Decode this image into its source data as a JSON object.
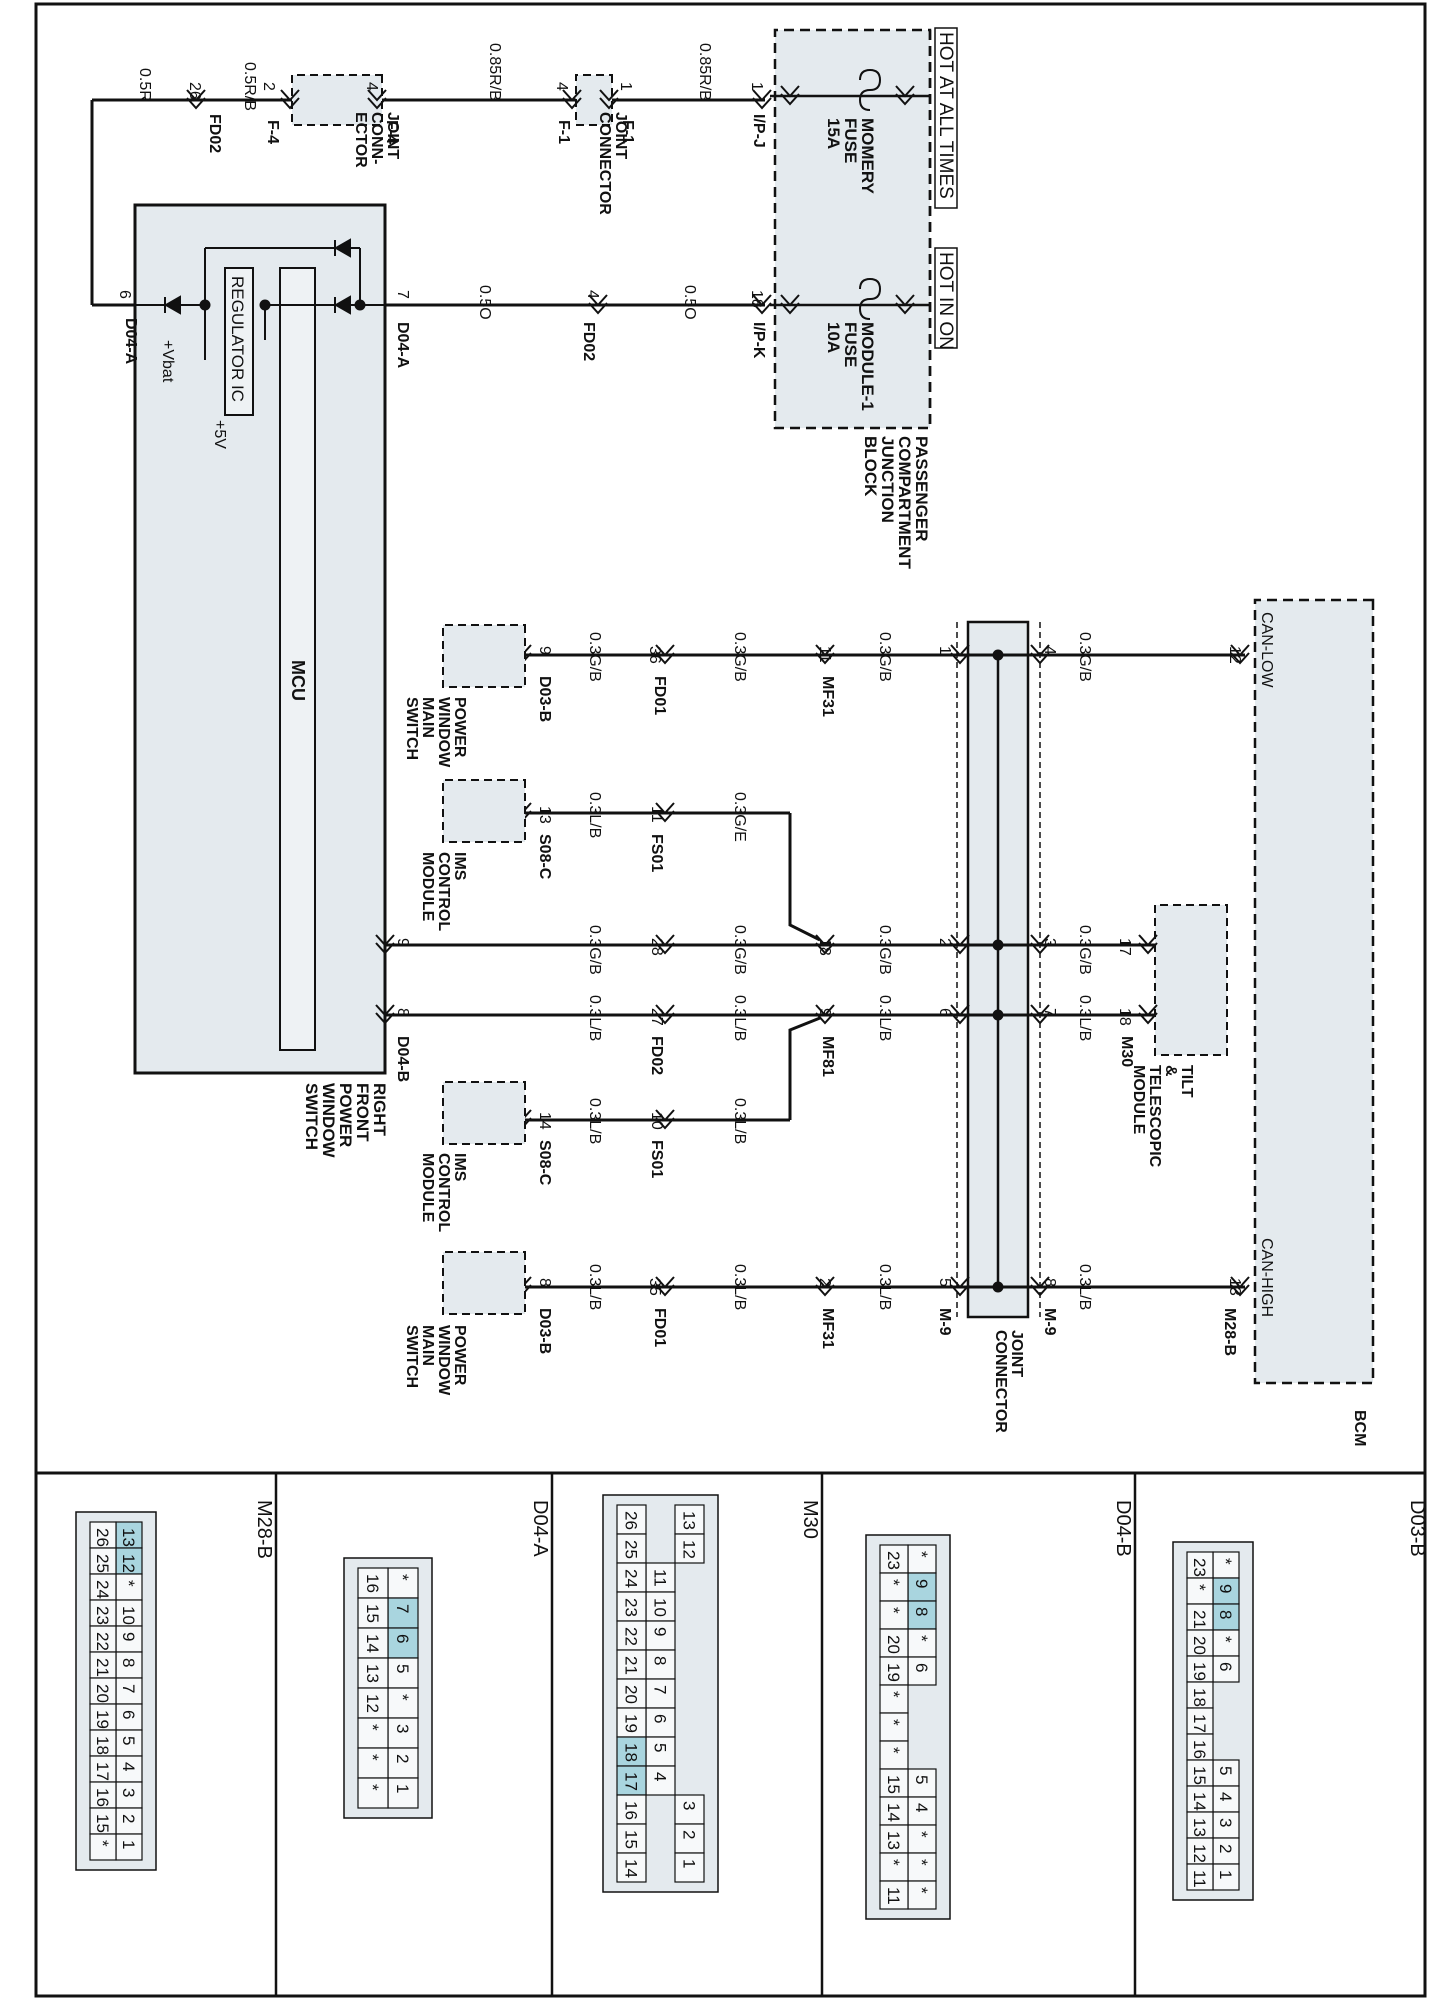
{
  "blocks": {
    "junction_block": {
      "label": "PASSENGER COMPARTMENT JUNCTION BLOCK",
      "hot1": "HOT AT ALL TIMES",
      "hot2": "HOT IN ON",
      "fuse1": "MOMERY FUSE 15A",
      "fuse2": "MODULE-1 FUSE 10A"
    },
    "switch": {
      "label": "RIGHT FRONT POWER WINDOW SWITCH",
      "mcu": "MCU",
      "regulator": "REGULATOR IC",
      "vbat": "+Vbat",
      "v5": "+5V"
    },
    "bcm": {
      "label": "BCM",
      "can_low": "CAN-LOW",
      "can_high": "CAN-HIGH"
    },
    "joint_connector": {
      "label": "JOINT CONNECTOR"
    },
    "joint_conn_ector": {
      "label": "JOINT CONN- ECTOR"
    },
    "joint_connector2": {
      "label": "JOINT CONNECTOR"
    },
    "tilt": {
      "label": "TILT & TELESCOPIC MODULE"
    },
    "ims1": {
      "label": "IMS CONTROL MODULE"
    },
    "ims2": {
      "label": "IMS CONTROL MODULE"
    },
    "pw1": {
      "label": "POWER WINDOW MAIN SWITCH"
    },
    "pw2": {
      "label": "POWER WINDOW MAIN SWITCH"
    }
  },
  "power": {
    "wire1": [
      "0.5R",
      "0.5R/B",
      "0.85R/B",
      "0.85R/B"
    ],
    "wire2": [
      "0.5O",
      "0.5O"
    ],
    "pins1": [
      "26",
      "2",
      "4",
      "4",
      "1",
      "1",
      "6"
    ],
    "pins2": [
      "7",
      "4",
      "18"
    ],
    "connectors1": [
      "FD02",
      "F-4",
      "F-4",
      "F-1",
      "F-1",
      "I/P-J",
      "D04-A"
    ],
    "connectors2": [
      "D04-A",
      "FD02",
      "I/P-K"
    ]
  },
  "can": {
    "low_wires": [
      "0.3G/B",
      "0.3G/B",
      "0.3G/B",
      "0.3G/B"
    ],
    "ims_wires": [
      "0.3L/B",
      "0.3G/E"
    ],
    "mid_wires": [
      "0.3G/B",
      "0.3G/B",
      "0.3G/B",
      "0.3G/B",
      "0.3L/B",
      "0.3L/B",
      "0.3L/B",
      "0.3L/B"
    ],
    "ims2_wires": [
      "0.3L/B",
      "0.3L/B"
    ],
    "high_wires": [
      "0.3L/B",
      "0.3L/B",
      "0.3L/B",
      "0.3L/B"
    ],
    "pins_low": [
      "9",
      "36",
      "11",
      "1",
      "4",
      "12"
    ],
    "pins_ims1": [
      "13",
      "11"
    ],
    "pins_mid": [
      "9",
      "28",
      "18",
      "2",
      "3",
      "17",
      "8",
      "27",
      "9",
      "6",
      "7",
      "18"
    ],
    "pins_ims2": [
      "14",
      "10"
    ],
    "pins_high": [
      "8",
      "35",
      "2",
      "5",
      "8",
      "13"
    ],
    "conn_low": [
      "D03-B",
      "FD01",
      "MF31"
    ],
    "conn_ims1": [
      "S08-C",
      "FS01"
    ],
    "conn_mid": [
      "D04-B",
      "FD02",
      "MF81",
      "M30"
    ],
    "conn_ims2": [
      "S08-C",
      "FS01"
    ],
    "conn_high": [
      "D03-B",
      "FD01",
      "MF31",
      "M-9",
      "M-9",
      "M28-B"
    ]
  },
  "panels": [
    {
      "title": "D03-B",
      "rows": [
        [
          "*",
          "9",
          "8",
          "*",
          "6",
          "",
          "",
          "",
          "5",
          "4",
          "3",
          "2",
          "1"
        ],
        [
          "23",
          "*",
          "21",
          "20",
          "19",
          "18",
          "17",
          "16",
          "15",
          "14",
          "13",
          "12",
          "11"
        ]
      ]
    },
    {
      "title": "D04-B",
      "rows": [
        [
          "*",
          "9",
          "8",
          "*",
          "6",
          "",
          "",
          "",
          "5",
          "4",
          "*",
          "*",
          "*"
        ],
        [
          "23",
          "*",
          "*",
          "20",
          "19",
          "*",
          "*",
          "*",
          "15",
          "14",
          "13",
          "*",
          "11"
        ]
      ]
    },
    {
      "title": "M30",
      "rows": [
        [
          "13",
          "12",
          "",
          "",
          "",
          "",
          "",
          "",
          "",
          "",
          "3",
          "2",
          "1"
        ],
        [
          "",
          "",
          "11",
          "10",
          "9",
          "8",
          "7",
          "6",
          "5",
          "4",
          "",
          "",
          ""
        ],
        [
          "26",
          "25",
          "24",
          "23",
          "22",
          "21",
          "20",
          "19",
          "18",
          "17",
          "16",
          "15",
          "14"
        ]
      ]
    },
    {
      "title": "D04-A",
      "rows": [
        [
          "*",
          "7",
          "6",
          "5",
          "*",
          "3",
          "2",
          "1"
        ],
        [
          "16",
          "15",
          "14",
          "13",
          "12",
          "*",
          "*",
          "*"
        ]
      ]
    },
    {
      "title": "M28-B",
      "rows": [
        [
          "13",
          "12",
          "*",
          "10",
          "9",
          "8",
          "7",
          "6",
          "5",
          "4",
          "3",
          "2",
          "1"
        ],
        [
          "26",
          "25",
          "24",
          "23",
          "22",
          "21",
          "20",
          "19",
          "18",
          "17",
          "16",
          "15",
          "*"
        ]
      ]
    }
  ],
  "colors": {
    "fill": "#e4eaee",
    "highlight": "#a9d5df",
    "line": "#111111"
  }
}
